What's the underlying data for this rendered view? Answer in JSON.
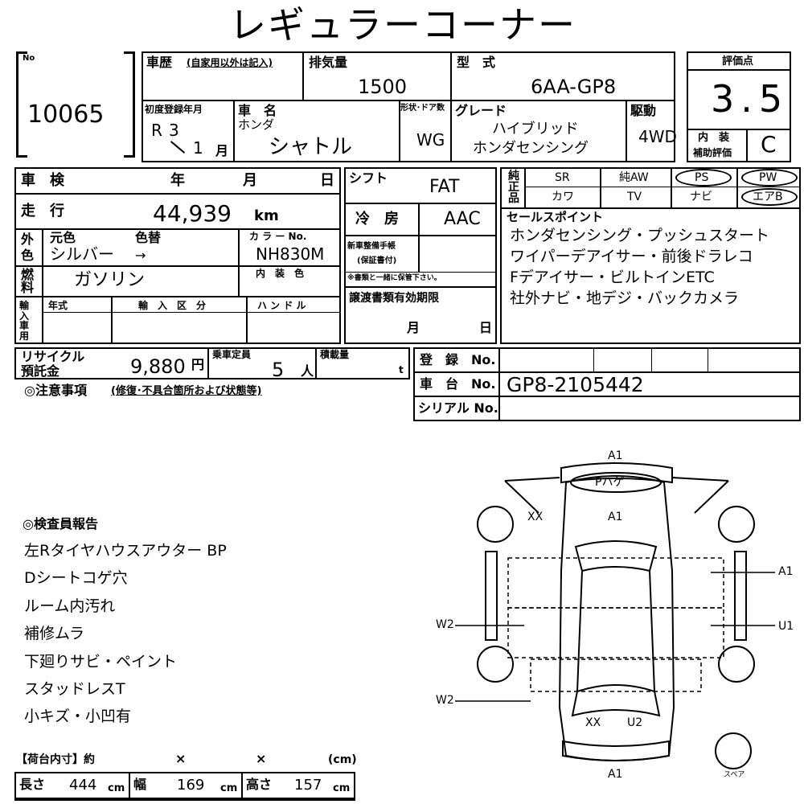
{
  "title": "レギュラーコーナー",
  "no": {
    "label": "No",
    "value": "10065"
  },
  "history": {
    "label": "車歴",
    "note": "(自家用以外は記入)"
  },
  "displacement": {
    "label": "排気量",
    "value": "1500"
  },
  "model_code": {
    "label": "型　式",
    "value": "6AA-GP8"
  },
  "rating": {
    "label": "評価点",
    "value": "3.5",
    "interior_label_1": "内　装",
    "interior_label_2": "補助評価",
    "interior_value": "C"
  },
  "first_registration": {
    "label": "初度登録年月",
    "era": "R",
    "year": "3",
    "month": "1",
    "month_unit": "月"
  },
  "car_name": {
    "label": "車　名",
    "maker": "ホンダ",
    "value": "シャトル"
  },
  "shape_doors": {
    "label": "形状･ドア数",
    "value": "WG"
  },
  "grade": {
    "label": "グレード",
    "line1": "ハイブリッド",
    "line2": "ホンダセンシング"
  },
  "drive": {
    "label": "駆動",
    "value": "4WD"
  },
  "inspection": {
    "label": "車　検",
    "year": "年",
    "month": "月",
    "day": "日"
  },
  "mileage": {
    "label": "走　行",
    "value": "44,939",
    "unit": "km"
  },
  "color": {
    "side_label_1": "外",
    "side_label_2": "色",
    "orig_label": "元色",
    "change_label": "色替",
    "orig_value": "シルバー",
    "arrow": "→",
    "code_label": "カ ラ ー No.",
    "code_value": "NH830M",
    "interior_label": "内　装　色"
  },
  "fuel": {
    "label_1": "燃",
    "label_2": "料",
    "value": "ガソリン"
  },
  "import": {
    "label": "輸入車用",
    "year_label": "年式",
    "type_label": "輸　入　区　分",
    "handle_label": "ハ ン ド ル"
  },
  "shift": {
    "label": "シフト",
    "value": "FAT"
  },
  "ac": {
    "label": "冷　房",
    "value": "AAC"
  },
  "warranty": {
    "label_1": "新車整備手帳",
    "label_2": "(保証書付)",
    "note": "※書類と一緒に保管下さい。"
  },
  "transfer": {
    "label": "譲渡書類有効期限",
    "month": "月",
    "day": "日"
  },
  "equipment": {
    "side_label": "純正品",
    "row1": [
      "SR",
      "純AW",
      "PS",
      "PW"
    ],
    "row2": [
      "カワ",
      "TV",
      "ナビ",
      "エアB"
    ]
  },
  "sales_points": {
    "label": "セールスポイント",
    "lines": [
      "ホンダセンシング・プッシュスタート",
      "ワイパーデアイサー・前後ドラレコ",
      "Fデアイサー・ビルトインETC",
      "社外ナビ・地デジ・バックカメラ"
    ]
  },
  "recycle": {
    "label_1": "リサイクル",
    "label_2": "預託金",
    "value": "9,880",
    "unit": "円"
  },
  "capacity": {
    "label": "乗車定員",
    "value": "5",
    "unit": "人"
  },
  "load": {
    "label": "積載量",
    "unit": "t"
  },
  "caution": {
    "label": "◎注意事項",
    "note": "(修復･不具合箇所および状態等)"
  },
  "registration_no": {
    "label": "登　録　No."
  },
  "chassis_no": {
    "label": "車　台　No.",
    "value": "GP8-2105442"
  },
  "serial_no": {
    "label": "シリアル No."
  },
  "inspector": {
    "label": "◎検査員報告",
    "lines": [
      "左Rタイヤハウスアウター BP",
      "Dシートコゲ穴",
      "ルーム内汚れ",
      "補修ムラ",
      "下廻りサビ・ペイント",
      "スタッドレスT",
      "小キズ・小凹有"
    ]
  },
  "cargo": {
    "label": "【荷台内寸】約",
    "times1": "×",
    "times2": "×",
    "unit_head": "(cm)",
    "length_label": "長さ",
    "length": "444",
    "width_label": "幅",
    "width": "169",
    "height_label": "高さ",
    "height": "157",
    "cm": "cm"
  },
  "diagram": {
    "top": "A1",
    "plate": "Pハゲ",
    "hood": "A1",
    "xx_front": "XX",
    "right_front": "A1",
    "right_rear": "U1",
    "left_front": "W2",
    "left_rear": "W2",
    "rear_xx": "XX",
    "rear_u2": "U2",
    "bottom": "A1",
    "spare": "スペア"
  }
}
